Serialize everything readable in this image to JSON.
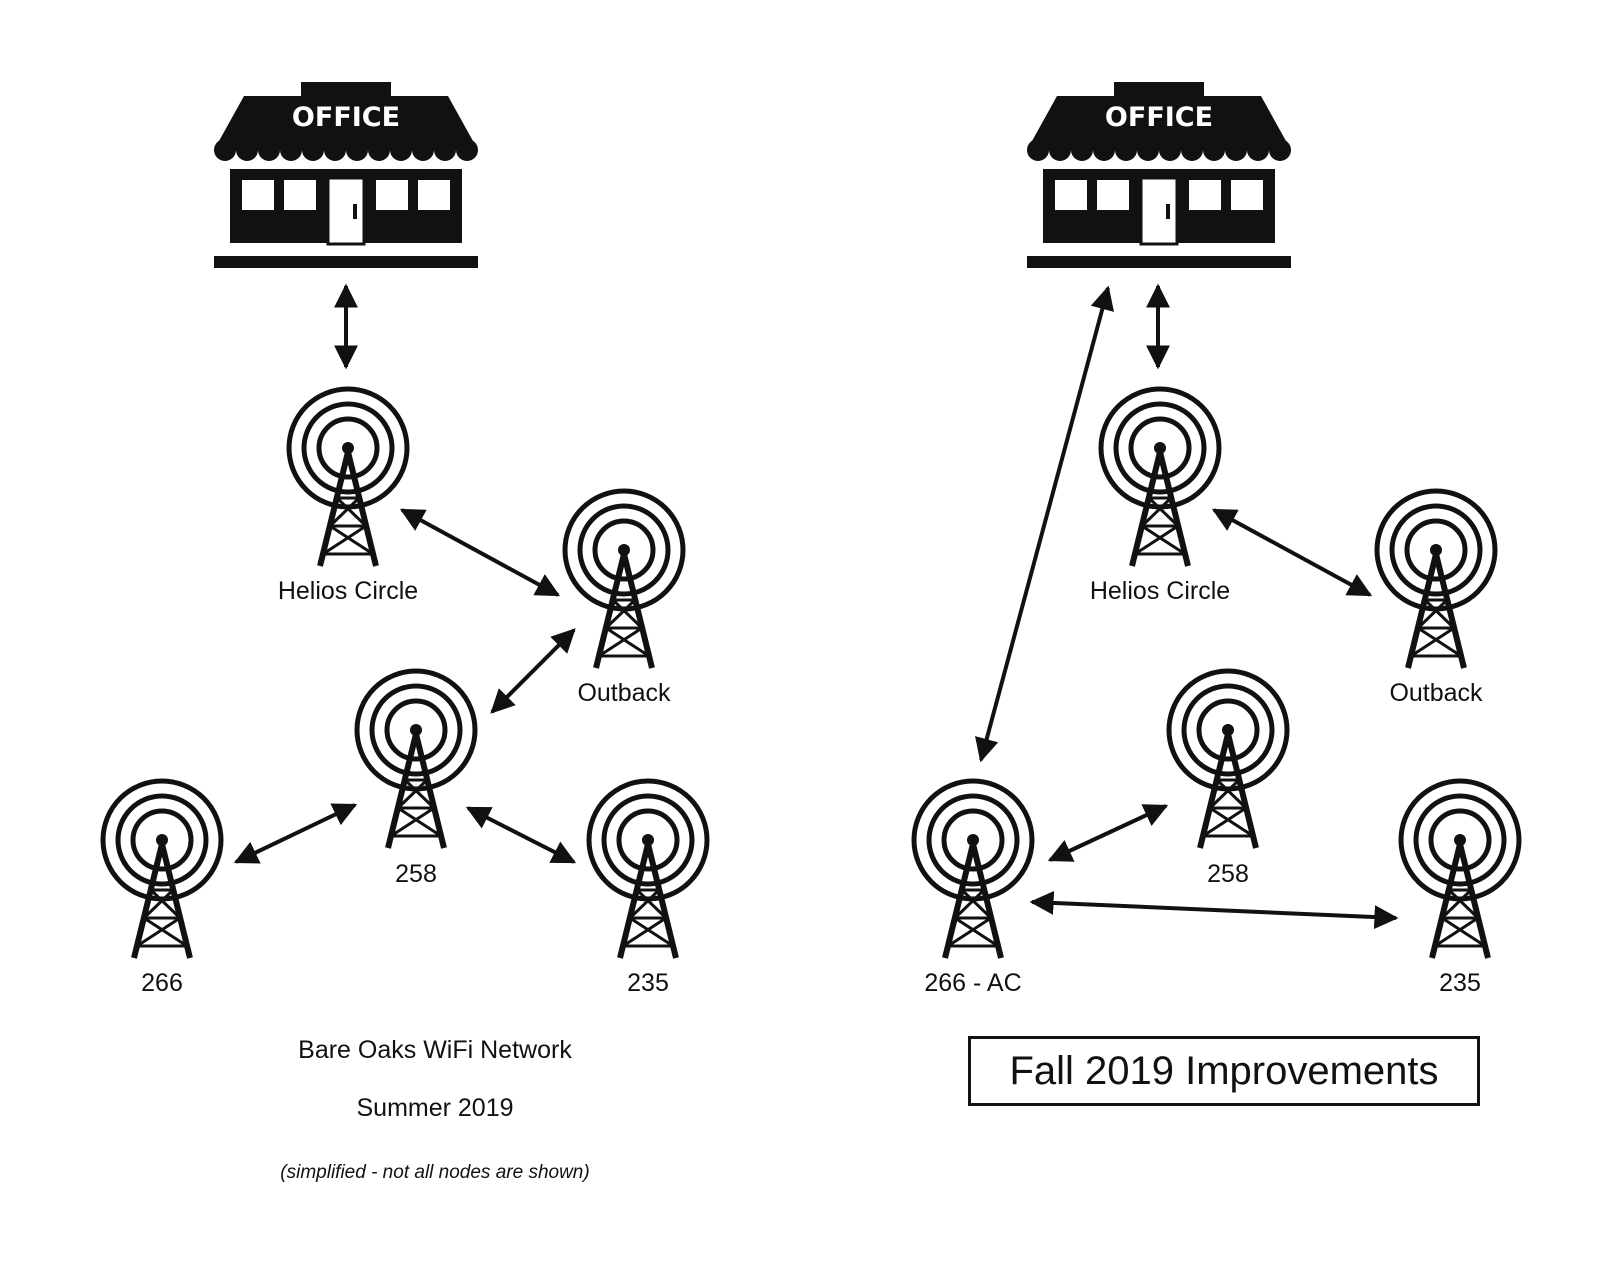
{
  "left_panel": {
    "office_label": "OFFICE",
    "nodes": {
      "helios": "Helios Circle",
      "outback": "Outback",
      "n258": "258",
      "n266": "266",
      "n235": "235"
    },
    "title": "Bare Oaks WiFi Network",
    "subtitle": "Summer 2019",
    "note": "(simplified - not all nodes are shown)"
  },
  "right_panel": {
    "office_label": "OFFICE",
    "nodes": {
      "helios": "Helios Circle",
      "outback": "Outback",
      "n258": "258",
      "n266": "266 - AC",
      "n235": "235"
    },
    "improvements_label": "Fall 2019 Improvements"
  },
  "colors": {
    "ink": "#111111",
    "background": "#ffffff"
  }
}
